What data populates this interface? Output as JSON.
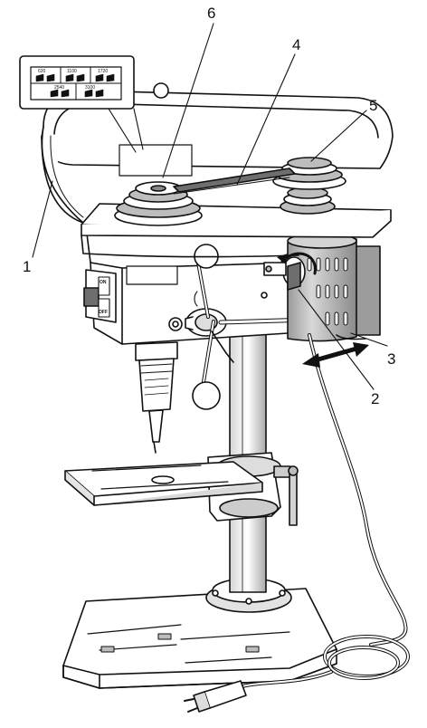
{
  "callouts": [
    {
      "id": "1",
      "text": "1"
    },
    {
      "id": "2",
      "text": "2"
    },
    {
      "id": "3",
      "text": "3"
    },
    {
      "id": "4",
      "text": "4"
    },
    {
      "id": "5",
      "text": "5"
    },
    {
      "id": "6",
      "text": "6"
    }
  ],
  "speed_chart": {
    "speeds": [
      "620",
      "1100",
      "1720",
      "2540",
      "3100"
    ]
  },
  "switch": {
    "on_label": "ON",
    "off_label": "OFF"
  },
  "colors": {
    "ink": "#111111",
    "shade": "#bdbdbd",
    "dark_shade": "#6e6e6e",
    "paper": "#ffffff"
  }
}
